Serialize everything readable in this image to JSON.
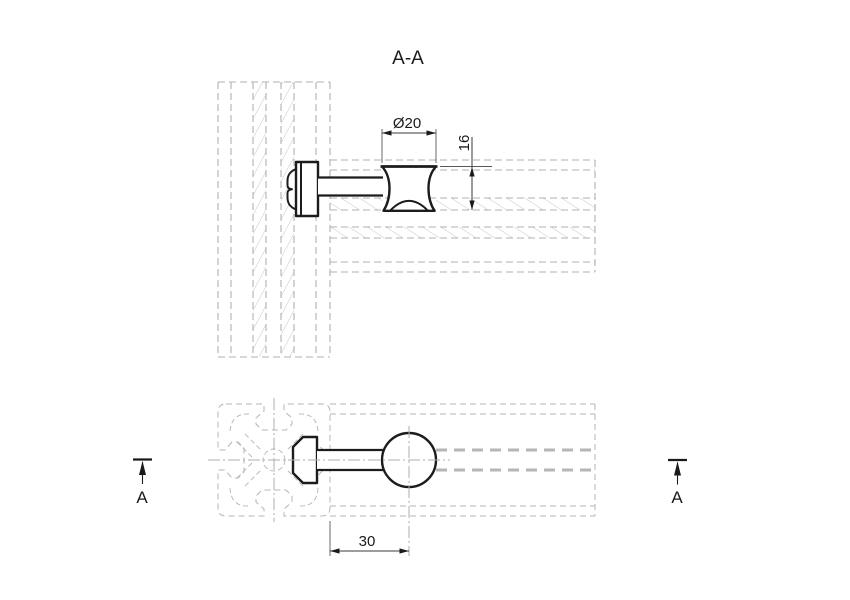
{
  "drawing": {
    "title": "A-A",
    "dimensions": {
      "diameter_label": "Ø20",
      "depth_label": "16",
      "offset_label": "30"
    },
    "section_markers": {
      "left": "A",
      "right": "A"
    },
    "colors": {
      "part_outline": "#1c1c1c",
      "hidden_profile_line": "#b0b0b0",
      "hatch_line": "#c6c6c6",
      "dimension_line": "#3a3a3a",
      "background": "#ffffff"
    }
  }
}
